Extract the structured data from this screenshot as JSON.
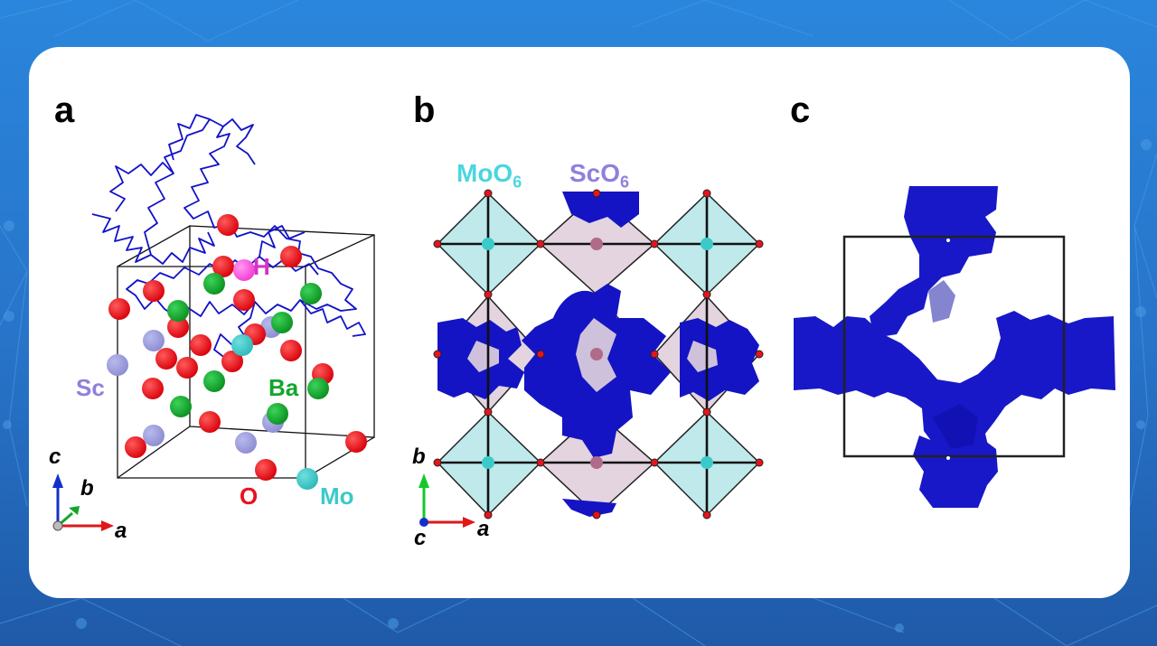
{
  "panels": {
    "a": {
      "letter": "a",
      "labels": {
        "h": "H",
        "sc": "Sc",
        "ba": "Ba",
        "o": "O",
        "mo": "Mo"
      },
      "axes": {
        "c": "c",
        "b": "b",
        "a": "a"
      }
    },
    "b": {
      "letter": "b",
      "labels": {
        "moo6_base": "MoO",
        "moo6_sub": "6",
        "sco6_base": "ScO",
        "sco6_sub": "6"
      },
      "axes": {
        "b": "b",
        "c": "c",
        "a": "a"
      }
    },
    "c": {
      "letter": "c"
    }
  },
  "colors": {
    "background": "#2a86dc",
    "card": "#ffffff",
    "oxygen": "#e8131b",
    "hydrogen": "#ff5ee0",
    "scandium": "#9b9bdc",
    "barium": "#13a62b",
    "molybdenum": "#3cc9c9",
    "trajectory": "#1212c8",
    "density": "#1414c4",
    "moo6_polyhedron": "#bfe9ea",
    "sco6_polyhedron": "#e3d4df",
    "moo6_label": "#4ad6e0",
    "sco6_label": "#8f80dc"
  }
}
